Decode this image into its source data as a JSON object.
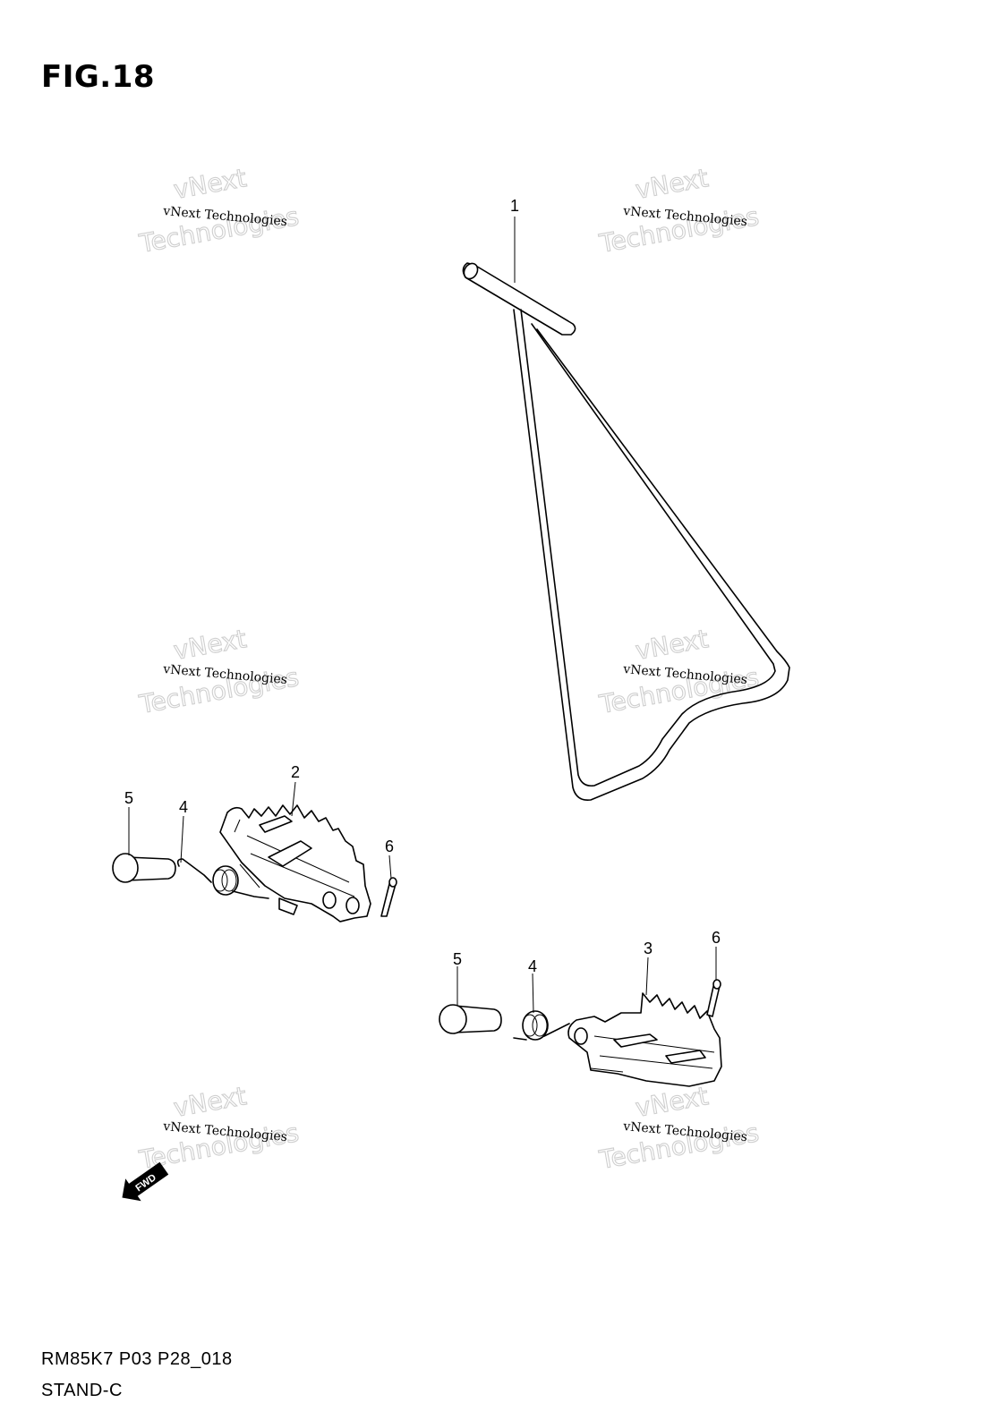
{
  "figure": {
    "title": "FIG.18"
  },
  "footer": {
    "code": "RM85K7 P03 P28_018",
    "name": "STAND-C"
  },
  "watermark": {
    "line1": "vNext Technologies",
    "line2": "vNext",
    "line3": "Technologies"
  },
  "callouts": {
    "c1": "1",
    "c2": "2",
    "c3": "3",
    "c4a": "4",
    "c4b": "4",
    "c5a": "5",
    "c5b": "5",
    "c6a": "6",
    "c6b": "6"
  },
  "fwd_arrow": {
    "label": "FWD"
  }
}
